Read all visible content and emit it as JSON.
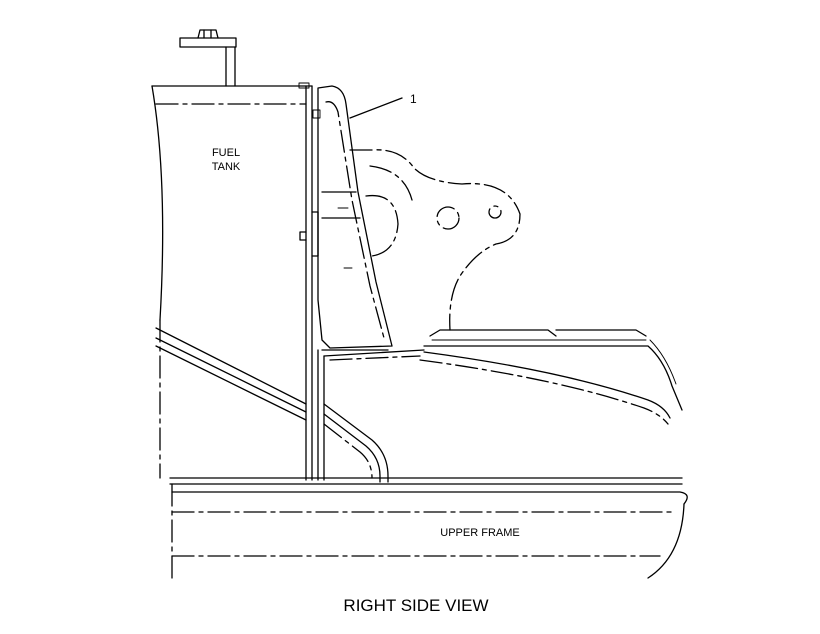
{
  "labels": {
    "fuel_tank_line1": "FUEL",
    "fuel_tank_line2": "TANK",
    "upper_frame": "UPPER FRAME",
    "callout_1": "1",
    "view_title": "RIGHT SIDE VIEW"
  }
}
